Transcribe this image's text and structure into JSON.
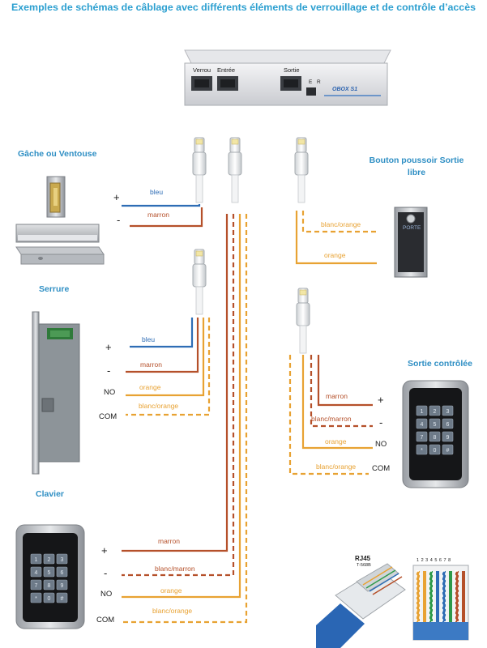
{
  "title": "Exemples  de schémas de câblage  avec différents éléments de verrouillage et de contrôle d’accès",
  "box": {
    "port_verrou": "Verrou",
    "port_entree": "Entrée",
    "port_sortie": "Sortie",
    "led_e": "E",
    "led_r": "R",
    "brand": "OBOX S1"
  },
  "sections": {
    "gache": "Gâche ou Ventouse",
    "serrure": "Serrure",
    "clavier": "Clavier",
    "bouton_line1": "Bouton poussoir Sortie",
    "bouton_line2": "libre",
    "sortie_controlee": "Sortie contrôlée"
  },
  "terminals": {
    "plus": "+",
    "minus": "-",
    "no": "NO",
    "com": "COM"
  },
  "wire_labels": {
    "bleu": "bleu",
    "marron": "marron",
    "orange": "orange",
    "blanc_orange": "blanc/orange",
    "blanc_marron": "blanc/marron"
  },
  "button_text": "PORTE",
  "keypad_keys": [
    "1",
    "2",
    "3",
    "4",
    "5",
    "6",
    "7",
    "8",
    "9",
    "*",
    "0",
    "#"
  ],
  "rj45": {
    "title": "RJ45",
    "subtitle": "T-568B",
    "pins": "1 2 3 4 5 6 7 8"
  },
  "colors": {
    "title": "#2b9fd0",
    "bleu": "#2e6db5",
    "marron": "#b5502a",
    "orange": "#e8a233",
    "blanc_orange": "#e8a233",
    "blanc_marron": "#b5502a"
  }
}
